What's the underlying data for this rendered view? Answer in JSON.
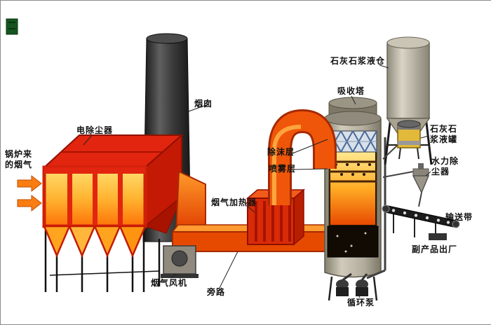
{
  "labels": {
    "boiler_flue_gas": "锅炉来\n的烟气",
    "esp": "电除尘器",
    "chimney": "烟囱",
    "gas_heater": "烟气加热器",
    "gas_fan": "烟气风机",
    "bypass": "旁路",
    "demister_layer": "除沫层",
    "spray_layer": "喷雾层",
    "absorber": "吸收塔",
    "limestone_slurry_silo": "石灰石浆液仓",
    "limestone_slurry_tank": "石灰石\n浆液罐",
    "hydraulic_dust_collector": "水力除\n尘器",
    "conveyor_belt": "输送带",
    "byproduct_out": "副产品出厂",
    "circulation_pump": "循环泵"
  },
  "colors": {
    "background": "#ffffff",
    "duct_orange": "#f05a0a",
    "esp_red": "#e2250f",
    "glow_yellow": "#ffd24a",
    "chimney_dark": "#3a3a3a",
    "vessel_gray": "#b8b3a6",
    "arrow_orange": "#f97d12",
    "corner_green": "#15551f",
    "label_text": "#111111"
  }
}
